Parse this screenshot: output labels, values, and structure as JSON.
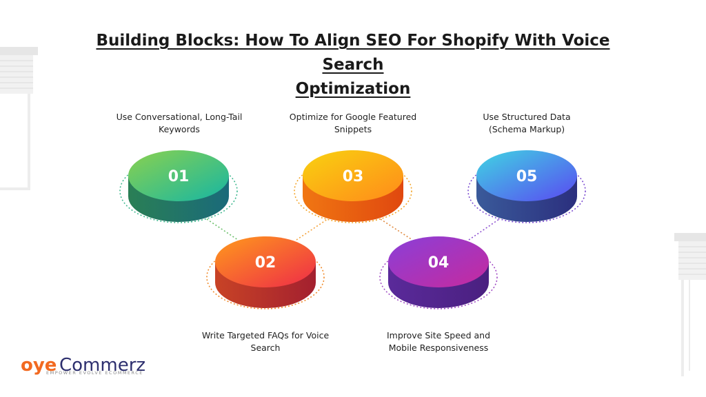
{
  "title_line1": "Building Blocks: How To Align SEO For Shopify With Voice Search",
  "title_line2": "Optimization",
  "steps": [
    {
      "num": "01",
      "label_line1": "Use Conversational, Long-Tail",
      "label_line2": "Keywords",
      "colors": [
        "#8bd14e",
        "#1cb89b"
      ],
      "side": "#1d6f70",
      "dot": "#3ab58a"
    },
    {
      "num": "02",
      "label_line1": "Write Targeted FAQs for Voice",
      "label_line2": "Search",
      "colors": [
        "#ff8a1e",
        "#ef2d45"
      ],
      "side": "#a8252f",
      "dot": "#f07a2a"
    },
    {
      "num": "03",
      "label_line1": "Optimize for Google Featured",
      "label_line2": "Snippets",
      "colors": [
        "#f8cf12",
        "#ff8e1a"
      ],
      "side": "#e25c12",
      "dot": "#f5a623"
    },
    {
      "num": "04",
      "label_line1": "Improve Site Speed and",
      "label_line2": "Mobile Responsiveness",
      "colors": [
        "#8e3fd6",
        "#c42da3"
      ],
      "side": "#5a2590",
      "dot": "#9a3fc0"
    },
    {
      "num": "05",
      "label_line1": "Use Structured Data",
      "label_line2": "(Schema Markup)",
      "colors": [
        "#3fd3e3",
        "#5b4cf0"
      ],
      "side": "#2e3a8e",
      "dot": "#6a4fd0"
    }
  ],
  "logo": {
    "oye": "oye",
    "commerz": "Commerz",
    "tagline": "EMPOWER EVOLVE ECOMMERCE",
    "orange": "#f26a21",
    "navy": "#2d2f6e"
  }
}
